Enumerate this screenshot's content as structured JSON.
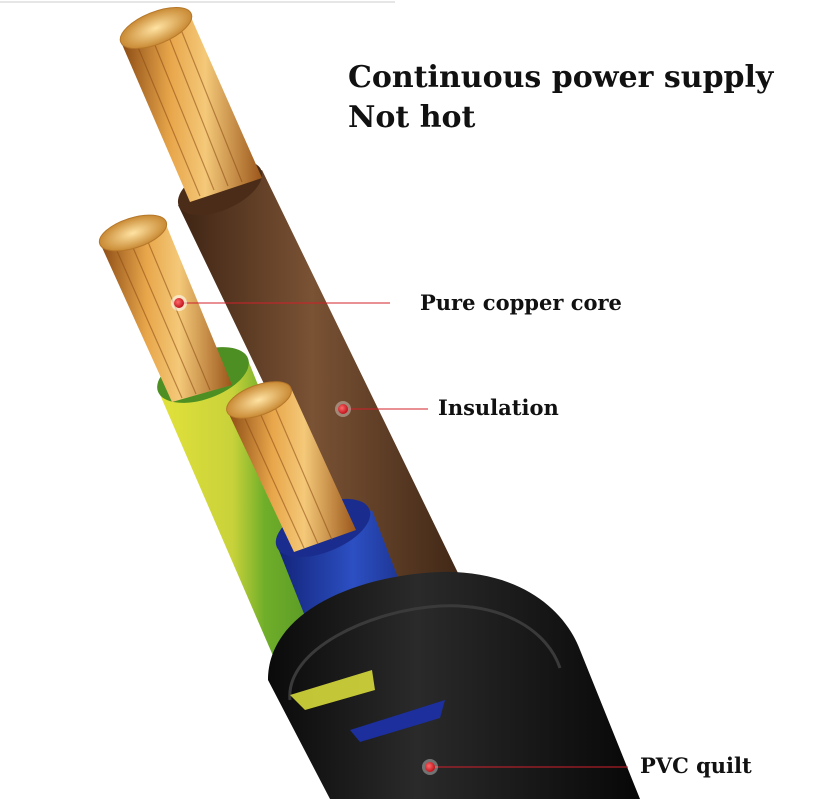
{
  "headline": {
    "line1": "Continuous power supply",
    "line2": "Not hot"
  },
  "callouts": {
    "copper_core": "Pure copper core",
    "insulation": "Insulation",
    "pvc": "PVC quilt"
  },
  "colors": {
    "accent_red": "#d0202a",
    "copper": "#d98a2e",
    "brown_insulation": "#5e3a22",
    "green_yellow_insulation": "#7fb22e",
    "blue_insulation": "#1f3aa3",
    "pvc_sheath": "#141414"
  },
  "icons": [
    "callout-dot-icon"
  ]
}
